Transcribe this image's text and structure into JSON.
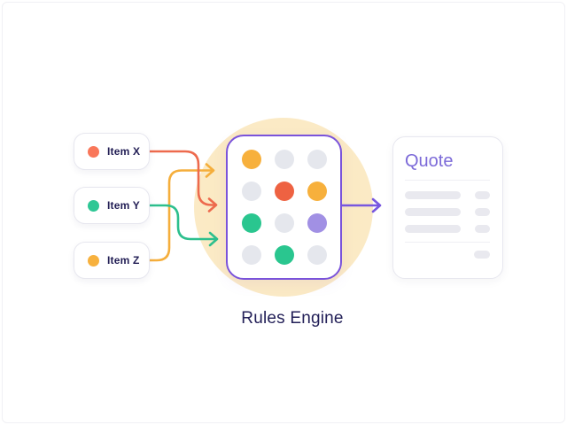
{
  "inputs": [
    {
      "label": "Item X",
      "dot_color": "#F9775A"
    },
    {
      "label": "Item Y",
      "dot_color": "#2FC795"
    },
    {
      "label": "Item Z",
      "dot_color": "#F7B13E"
    }
  ],
  "engine": {
    "label": "Rules Engine",
    "box_border_color": "#7A53DB",
    "circle_color": "#FBEAC5",
    "dot_grid": [
      [
        "amber",
        "gray",
        "gray"
      ],
      [
        "gray",
        "coral",
        "amber"
      ],
      [
        "green",
        "gray",
        "purple"
      ],
      [
        "gray",
        "green",
        "gray"
      ]
    ],
    "dot_colors": {
      "amber": "#F7B03C",
      "coral": "#EE6242",
      "green": "#2AC68F",
      "purple": "#A190E4",
      "gray": "#E5E7ED"
    }
  },
  "output": {
    "title": "Quote",
    "title_color": "#7C6AD8",
    "detail_rows": 3
  },
  "arrows": {
    "item_x_color": "#ED6A4D",
    "item_y_color": "#2DBF8D",
    "item_z_color": "#F5AE3B",
    "output_color": "#7857DF"
  }
}
